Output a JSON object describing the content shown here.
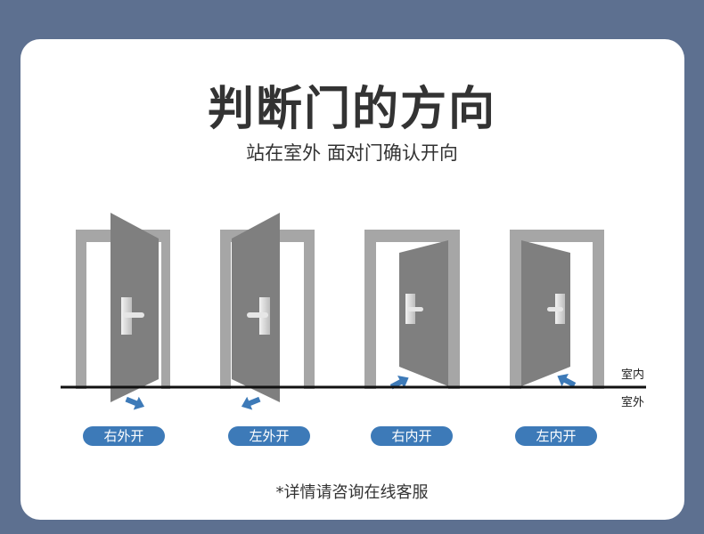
{
  "header": {
    "title": "判断门的方向",
    "subtitle": "站在室外 面对门确认开向"
  },
  "doors": [
    {
      "label": "右外开"
    },
    {
      "label": "左外开"
    },
    {
      "label": "右内开"
    },
    {
      "label": "左内开"
    }
  ],
  "sides": {
    "indoor": "室内",
    "outdoor": "室外"
  },
  "footer": {
    "note": "*详情请咨询在线客服"
  },
  "colors": {
    "background": "#5d7090",
    "card": "#ffffff",
    "frame": "#a6a6a6",
    "door": "#7f7f7f",
    "arrow": "#3d7ab8",
    "label_bg": "#3d7ab8"
  }
}
